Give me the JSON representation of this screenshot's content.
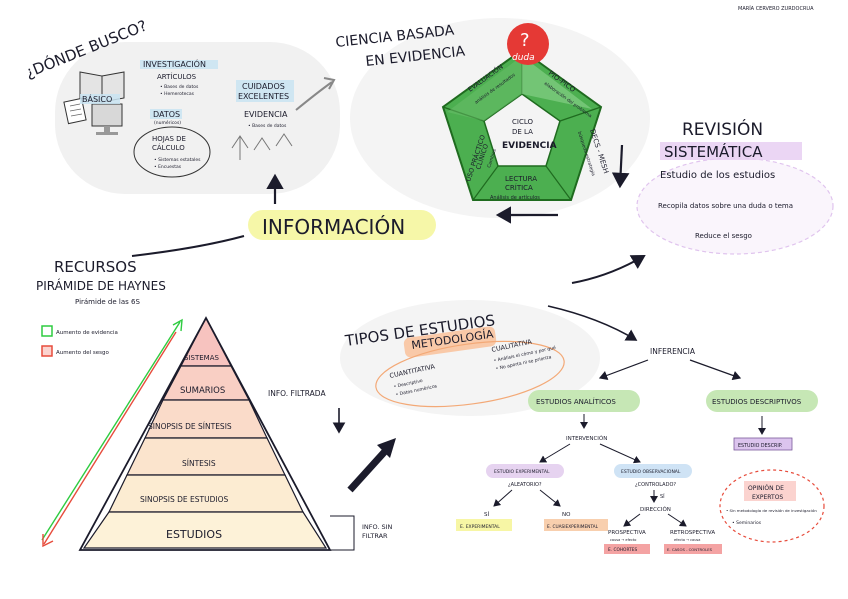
{
  "author": "MARÍA CERVERO ZURDOCRUA",
  "donde": {
    "title": "¿DÓNDE BUSCO?",
    "basico": "BÁSICO",
    "investigacion": "INVESTIGACIÓN",
    "articulos": "ARTÍCULOS",
    "bases_datos": "• Bases de datos",
    "hemerotecas": "• Hemerotecas",
    "datos": "DATOS",
    "numericos": "(numéricos)",
    "hojas1": "HOJAS DE",
    "hojas2": "CÁLCULO",
    "sistemas_est": "• Sistemas estatales",
    "encuestas": "• Encuestas",
    "cuidados1": "CUIDADOS",
    "cuidados2": "EXCELENTES",
    "evidencia": "EVIDENCIA",
    "bases_datos2": "• Bases de datos"
  },
  "ciencia": {
    "title1": "CIENCIA BASADA",
    "title2": "EN EVIDENCIA",
    "duda_q": "?",
    "duda": "duda",
    "center1": "CICLO",
    "center2": "DE LA",
    "center3": "EVIDENCIA",
    "eval1": "EVALUACIÓN",
    "eval2": "análisis de resultados",
    "pio1": "PIO-PICO",
    "pio2": "elaboración del problema",
    "decs1": "DECS - MESH",
    "decs2": "búsqueda estrategia",
    "lectura1": "LECTURA",
    "lectura2": "CRÍTICA",
    "lectura3": "Análisis de artículos",
    "uso1": "USO PRÁCTICO",
    "uso2": "CLÍNICO",
    "uso3": "Cambios"
  },
  "revision": {
    "title1": "REVISIÓN",
    "title2": "SISTEMÁTICA",
    "sub": "Estudio de los estudios",
    "line1": "Recopila datos sobre una duda o tema",
    "line2": "Reduce el sesgo"
  },
  "informacion": "INFORMACIÓN",
  "recursos": {
    "title": "RECURSOS",
    "sub": "PIRÁMIDE DE HAYNES",
    "sub2": "Pirámide de las 6S",
    "legend1": "Aumento de evidencia",
    "legend2": "Aumento del sesgo",
    "levels": [
      "SISTEMAS",
      "SUMARIOS",
      "SINOPSIS DE SÍNTESIS",
      "SÍNTESIS",
      "SINOPSIS DE ESTUDIOS",
      "ESTUDIOS"
    ],
    "filtrada": "INFO. FILTRADA",
    "sin1": "INFO. SIN",
    "sin2": "FILTRAR"
  },
  "tipos": {
    "title": "TIPOS DE ESTUDIOS",
    "metodologia": "METODOLOGÍA",
    "cuanti": "CUANTITATIVA",
    "cuanti1": "• Descriptivo",
    "cuanti2": "• Datos numéricos",
    "cuali": "CUALITATIVA",
    "cuali1": "• Análisis el cómo y por qué",
    "cuali2": "• No aporta ni se prioriza",
    "inferencia": "INFERENCIA",
    "analiticos": "ESTUDIOS ANALÍTICOS",
    "descriptivos": "ESTUDIOS DESCRIPTIVOS",
    "intervencion": "INTERVENCIÓN",
    "experimental1": "ESTUDIO EXPERIMENTAL",
    "experimental2": "¿ALEATORIO?",
    "observacional1": "ESTUDIO OBSERVACIONAL",
    "observacional2": "¿CONTROLADO?",
    "si": "SÍ",
    "no": "NO",
    "sip": "SÍ",
    "e_exp": "E. EXPERIMENTAL",
    "e_cuasi": "E. CUASIEXPERIMENTAL",
    "direccion": "DIRECCIÓN",
    "prospectiva": "PROSPECTIVA",
    "pros_sub": "causa → efecto",
    "retrospectiva": "RETROSPECTIVA",
    "retro_sub": "efecto → causa",
    "e_cohortes": "E. COHORTES",
    "e_casos": "E. CASOS - CONTROLES",
    "estudio_desc": "ESTUDIO DESCRIP.",
    "opinion1": "OPINIÓN DE",
    "opinion2": "EXPERTOS",
    "op1": "• Sin metodología de revisión de investigación",
    "op2": "• Seminarios"
  }
}
